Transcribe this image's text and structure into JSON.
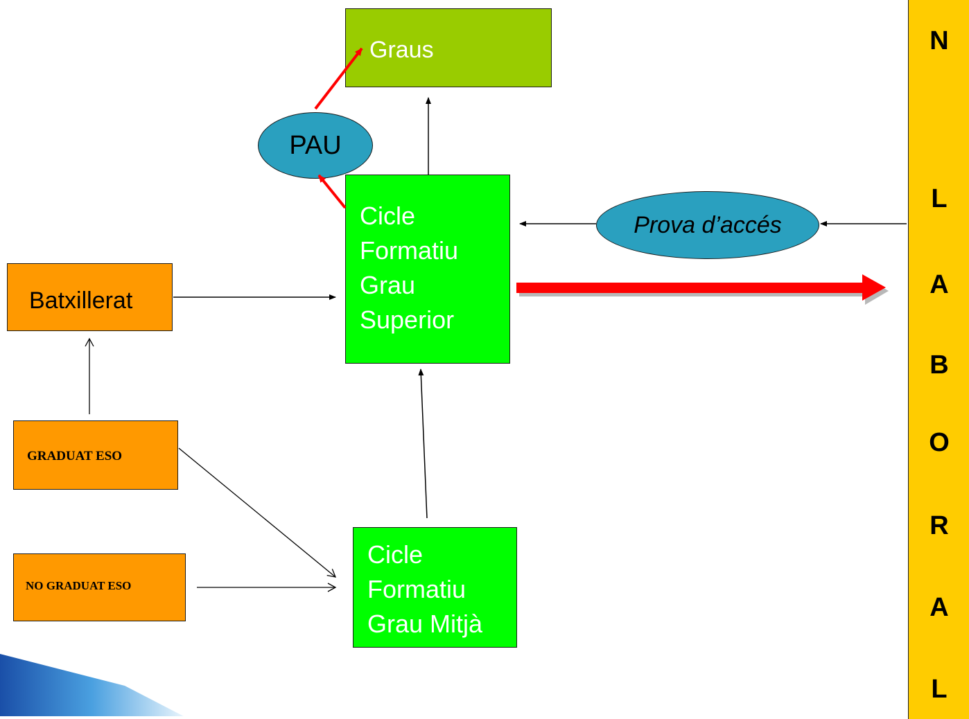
{
  "nodes": {
    "graus": "Graus",
    "pau": "PAU",
    "prova_acces": "Prova d’accés",
    "cfgs": [
      "Cicle",
      "Formatiu",
      "Grau",
      "Superior"
    ],
    "batxillerat": "Batxillerat",
    "graduat_eso": "GRADUAT ESO",
    "no_graduat_eso": "NO GRADUAT ESO",
    "cfgm": [
      "Cicle",
      "Formatiu",
      "Grau Mitjà"
    ]
  },
  "sidebar": {
    "letters": [
      "N",
      "L",
      "A",
      "B",
      "O",
      "R",
      "A",
      "L"
    ]
  },
  "colors": {
    "green_box": "#00ff00",
    "olive_box": "#99cc00",
    "orange_box": "#ff9900",
    "ellipse": "#2aa0bf",
    "sidebar": "#ffcc00",
    "red_arrow": "#ff0000"
  }
}
